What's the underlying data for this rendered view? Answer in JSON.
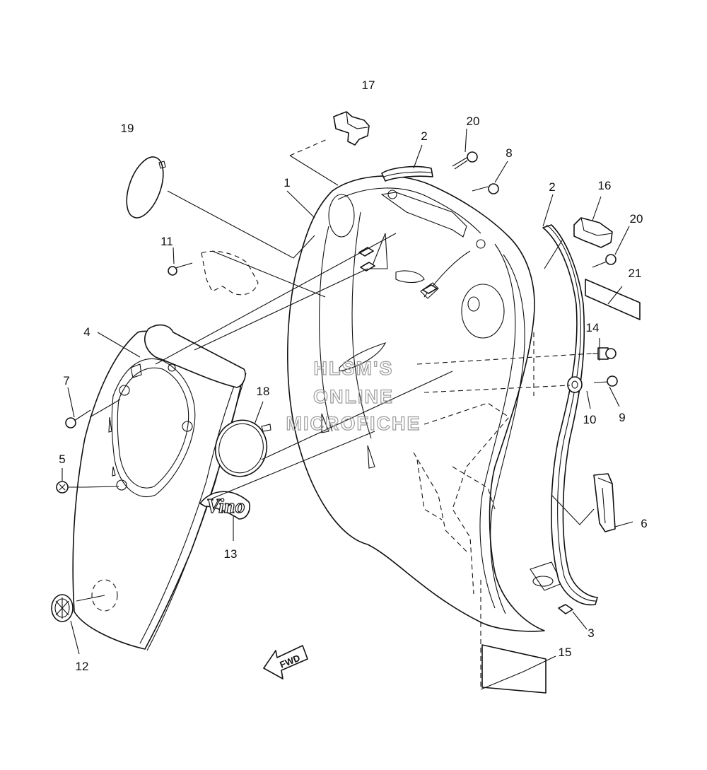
{
  "callouts": {
    "c1": "1",
    "c2a": "2",
    "c2b": "2",
    "c3": "3",
    "c4": "4",
    "c5": "5",
    "c6": "6",
    "c7": "7",
    "c8": "8",
    "c9": "9",
    "c10": "10",
    "c11": "11",
    "c12": "12",
    "c13": "13",
    "c14": "14",
    "c15": "15",
    "c16": "16",
    "c17": "17",
    "c18": "18",
    "c19": "19",
    "c20a": "20",
    "c20b": "20",
    "c21": "21"
  },
  "watermark": {
    "line1": "HLSM'S",
    "line2": "ONLINE",
    "line3": "MICROFICHE"
  },
  "fwd_label": "FWD",
  "badge_text": "Vino"
}
